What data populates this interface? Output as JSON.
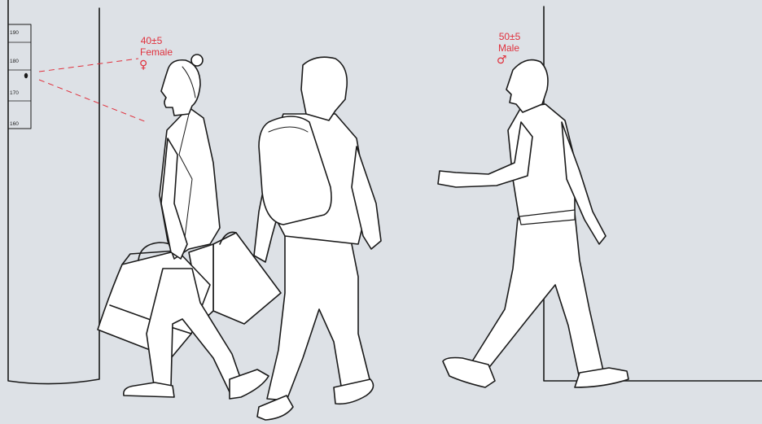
{
  "scale": {
    "ticks": [
      "190",
      "180",
      "170",
      "160"
    ]
  },
  "annotations": {
    "female": {
      "age": "40±5",
      "gender": "Female",
      "symbol": "♀"
    },
    "male": {
      "age": "50±5",
      "gender": "Male",
      "symbol": "♂"
    }
  },
  "colors": {
    "background": "#dde1e6",
    "accent": "#e0303c",
    "line": "#1a1a1a",
    "fill": "#ffffff"
  }
}
